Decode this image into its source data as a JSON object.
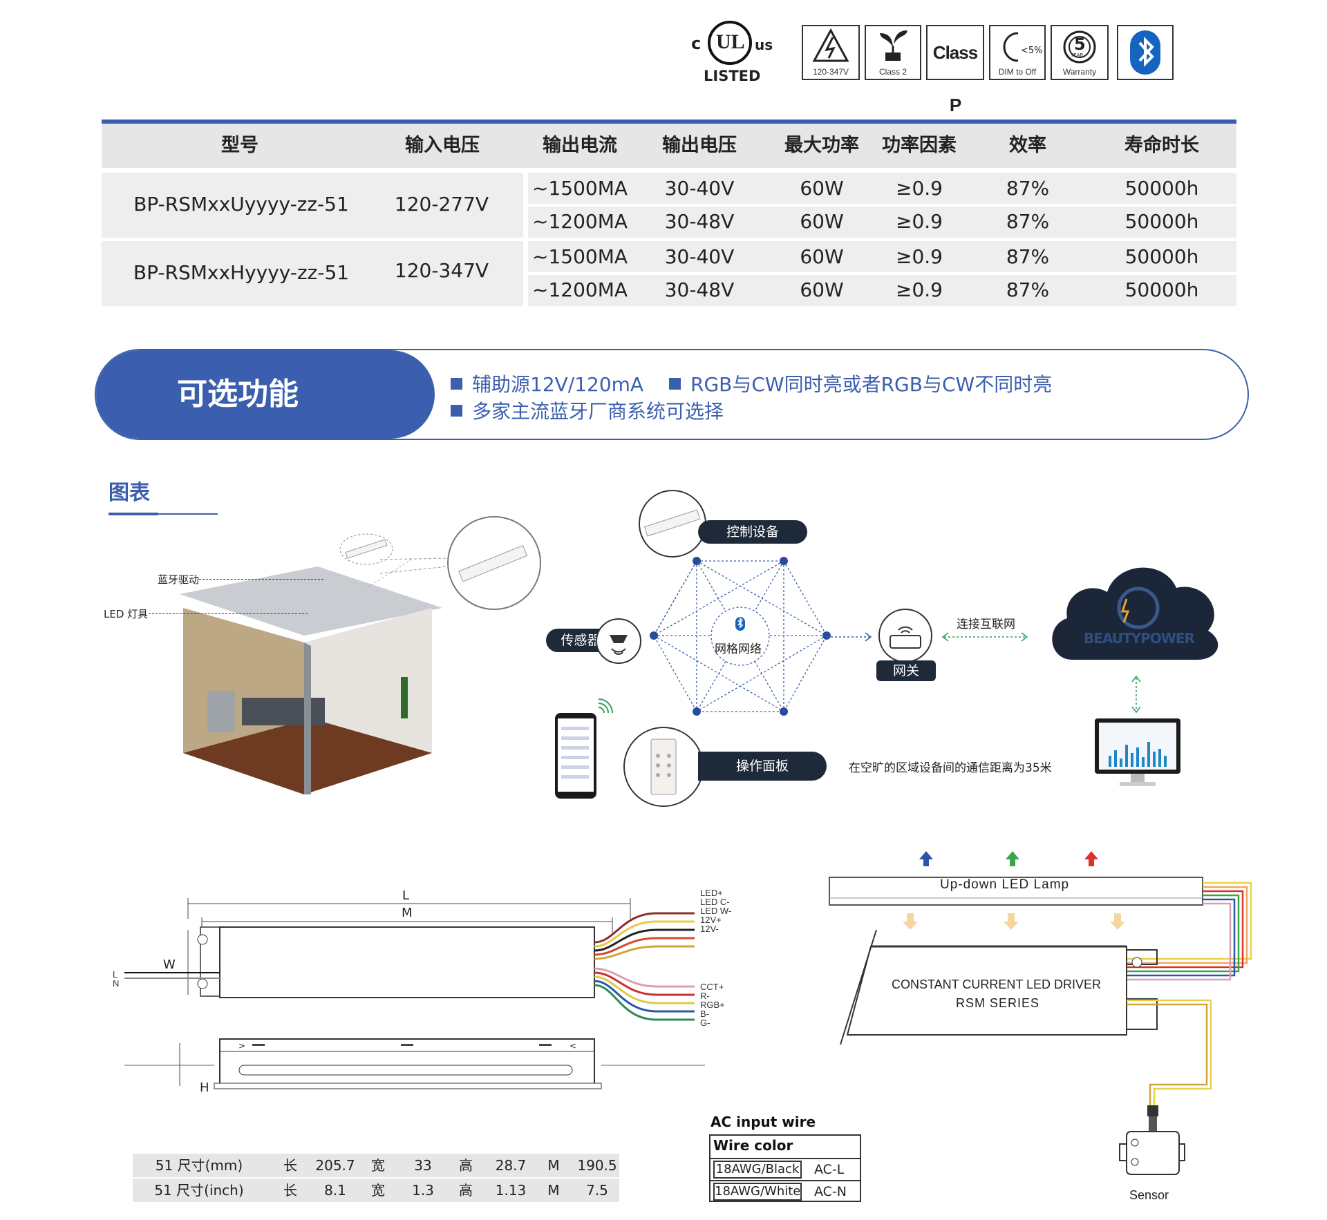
{
  "certifications": {
    "ul_c": "c",
    "ul_letters": "UL",
    "ul_us": "us",
    "ul_listed": "LISTED",
    "voltage_caption": "120-347V",
    "class2_caption": "Class 2",
    "classp": "Class P",
    "dim_percent": "<5%",
    "dim_caption": "DIM to Off",
    "warranty_number": "5",
    "warranty_year": "YEAR",
    "warranty_caption": "Warranty"
  },
  "spec_table": {
    "headers": [
      "型号",
      "输入电压",
      "输出电流",
      "输出电压",
      "最大功率",
      "功率因素",
      "效率",
      "寿命时长"
    ],
    "groups": [
      {
        "model": "BP-RSMxxUyyyy-zz-51",
        "input_voltage": "120-277V",
        "rows": [
          {
            "current": "~1500MA",
            "voltage": "30-40V",
            "power": "60W",
            "pf": "≥0.9",
            "efficiency": "87%",
            "life": "50000h"
          },
          {
            "current": "~1200MA",
            "voltage": "30-48V",
            "power": "60W",
            "pf": "≥0.9",
            "efficiency": "87%",
            "life": "50000h"
          }
        ]
      },
      {
        "model": "BP-RSMxxHyyyy-zz-51",
        "input_voltage": "120-347V",
        "rows": [
          {
            "current": "~1500MA",
            "voltage": "30-40V",
            "power": "60W",
            "pf": "≥0.9",
            "efficiency": "87%",
            "life": "50000h"
          },
          {
            "current": "~1200MA",
            "voltage": "30-48V",
            "power": "60W",
            "pf": "≥0.9",
            "efficiency": "87%",
            "life": "50000h"
          }
        ]
      }
    ]
  },
  "optional_features": {
    "title": "可选功能",
    "items": [
      "辅助源12V/120mA",
      "RGB与CW同时亮或者RGB与CW不同时亮",
      "多家主流蓝牙厂商系统可选择"
    ]
  },
  "chart_section": {
    "title": "图表",
    "room_labels": {
      "driver": "蓝牙驱动",
      "led": "LED 灯具"
    },
    "network": {
      "control_device": "控制设备",
      "sensor": "传感器",
      "mesh": "网格网络",
      "gateway": "网关",
      "internet": "连接互联网",
      "panel": "操作面板",
      "distance_note": "在空旷的区域设备间的通信距离为35米",
      "brand": "BEAUTYPOWER"
    }
  },
  "dimension_drawing": {
    "L": "L",
    "M": "M",
    "W": "W",
    "H": "H",
    "input_wires": [
      "L",
      "N"
    ],
    "output_wires_top": [
      "LED+",
      "LED C-",
      "LED W-",
      "12V+",
      "12V-"
    ],
    "output_wires_bottom": [
      "CCT+",
      "R-",
      "RGB+",
      "B-",
      "G-"
    ],
    "arrow_left": ">",
    "arrow_right": "<"
  },
  "dimension_table": {
    "rows": [
      {
        "label": "51 尺寸(mm)",
        "l": "长",
        "lv": "205.7",
        "w": "宽",
        "wv": "33",
        "h": "高",
        "hv": "28.7",
        "m": "M",
        "mv": "190.5"
      },
      {
        "label": "51 尺寸(inch)",
        "l": "长",
        "lv": "8.1",
        "w": "宽",
        "wv": "1.3",
        "h": "高",
        "hv": "1.13",
        "m": "M",
        "mv": "7.5"
      }
    ]
  },
  "ac_input": {
    "title": "AC input wire",
    "header": "Wire color",
    "rows": [
      {
        "wire": "18AWG/Black",
        "signal": "AC-L"
      },
      {
        "wire": "18AWG/White",
        "signal": "AC-N"
      }
    ]
  },
  "wiring_diagram": {
    "lamp": "Up-down LED Lamp",
    "driver_line1": "CONSTANT CURRENT LED DRIVER",
    "driver_line2": "RSM SERIES",
    "sensor": "Sensor",
    "arrow_colors": [
      "#2a55a8",
      "#3aa64a",
      "#d9342b"
    ]
  }
}
